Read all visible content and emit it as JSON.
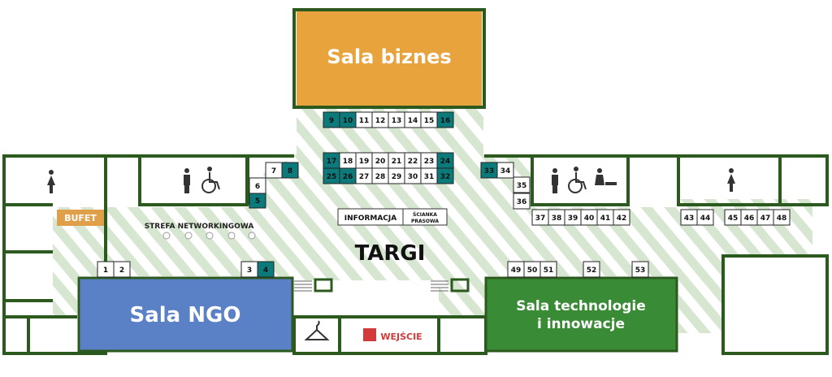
{
  "colors": {
    "wall": "#2c5a1e",
    "hatch": "#d7e6d0",
    "booth_teal": "#0c7a7a",
    "booth_white": "#ffffff",
    "sala_biznes": "#e8a33d",
    "sala_ngo": "#5a80c6",
    "sala_tech": "#3a8b35",
    "bufet": "#e0a04a",
    "wejscie": "#d33a3a"
  },
  "rooms": {
    "sala_biznes": "Sala biznes",
    "sala_ngo": "Sala NGO",
    "sala_tech_line1": "Sala technologie",
    "sala_tech_line2": "i innowacje"
  },
  "labels": {
    "targi": "TARGI",
    "bufet": "BUFET",
    "strefa": "STREFA NETWORKINGOWA",
    "informacja": "INFORMACJA",
    "scianka_line1": "ŚCIANKA",
    "scianka_line2": "PRASOWA",
    "wejscie": "WEJŚCIE"
  },
  "icons": [
    "woman-wc-icon",
    "man-wc-icon",
    "wheelchair-icon",
    "baby-change-icon",
    "cloakroom-hanger-icon",
    "emergency-exit-icon"
  ],
  "booths": [
    {
      "n": "9",
      "teal": true
    },
    {
      "n": "10",
      "teal": true
    },
    {
      "n": "11",
      "teal": false
    },
    {
      "n": "12",
      "teal": false
    },
    {
      "n": "13",
      "teal": false
    },
    {
      "n": "14",
      "teal": false
    },
    {
      "n": "15",
      "teal": false
    },
    {
      "n": "16",
      "teal": true
    },
    {
      "n": "17",
      "teal": true
    },
    {
      "n": "18",
      "teal": false
    },
    {
      "n": "19",
      "teal": false
    },
    {
      "n": "20",
      "teal": false
    },
    {
      "n": "21",
      "teal": false
    },
    {
      "n": "22",
      "teal": false
    },
    {
      "n": "23",
      "teal": false
    },
    {
      "n": "24",
      "teal": true
    },
    {
      "n": "25",
      "teal": true
    },
    {
      "n": "26",
      "teal": true
    },
    {
      "n": "27",
      "teal": false
    },
    {
      "n": "28",
      "teal": false
    },
    {
      "n": "29",
      "teal": false
    },
    {
      "n": "30",
      "teal": false
    },
    {
      "n": "31",
      "teal": false
    },
    {
      "n": "32",
      "teal": true
    },
    {
      "n": "1",
      "teal": false
    },
    {
      "n": "2",
      "teal": false
    },
    {
      "n": "3",
      "teal": false
    },
    {
      "n": "4",
      "teal": true
    },
    {
      "n": "5",
      "teal": true
    },
    {
      "n": "6",
      "teal": false
    },
    {
      "n": "7",
      "teal": false
    },
    {
      "n": "8",
      "teal": true
    },
    {
      "n": "33",
      "teal": true
    },
    {
      "n": "34",
      "teal": false
    },
    {
      "n": "35",
      "teal": false
    },
    {
      "n": "36",
      "teal": false
    },
    {
      "n": "37",
      "teal": false
    },
    {
      "n": "38",
      "teal": false
    },
    {
      "n": "39",
      "teal": false
    },
    {
      "n": "40",
      "teal": false
    },
    {
      "n": "41",
      "teal": false
    },
    {
      "n": "42",
      "teal": false
    },
    {
      "n": "43",
      "teal": false
    },
    {
      "n": "44",
      "teal": false
    },
    {
      "n": "45",
      "teal": false
    },
    {
      "n": "46",
      "teal": false
    },
    {
      "n": "47",
      "teal": false
    },
    {
      "n": "48",
      "teal": false
    },
    {
      "n": "49",
      "teal": false
    },
    {
      "n": "50",
      "teal": false
    },
    {
      "n": "51",
      "teal": false
    },
    {
      "n": "52",
      "teal": false
    },
    {
      "n": "53",
      "teal": false
    }
  ]
}
